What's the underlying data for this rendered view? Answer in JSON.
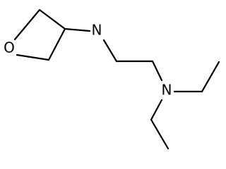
{
  "structure": {
    "atoms": {
      "o_ring": "O",
      "n_amine": "N",
      "n_tertiary": "N"
    }
  }
}
